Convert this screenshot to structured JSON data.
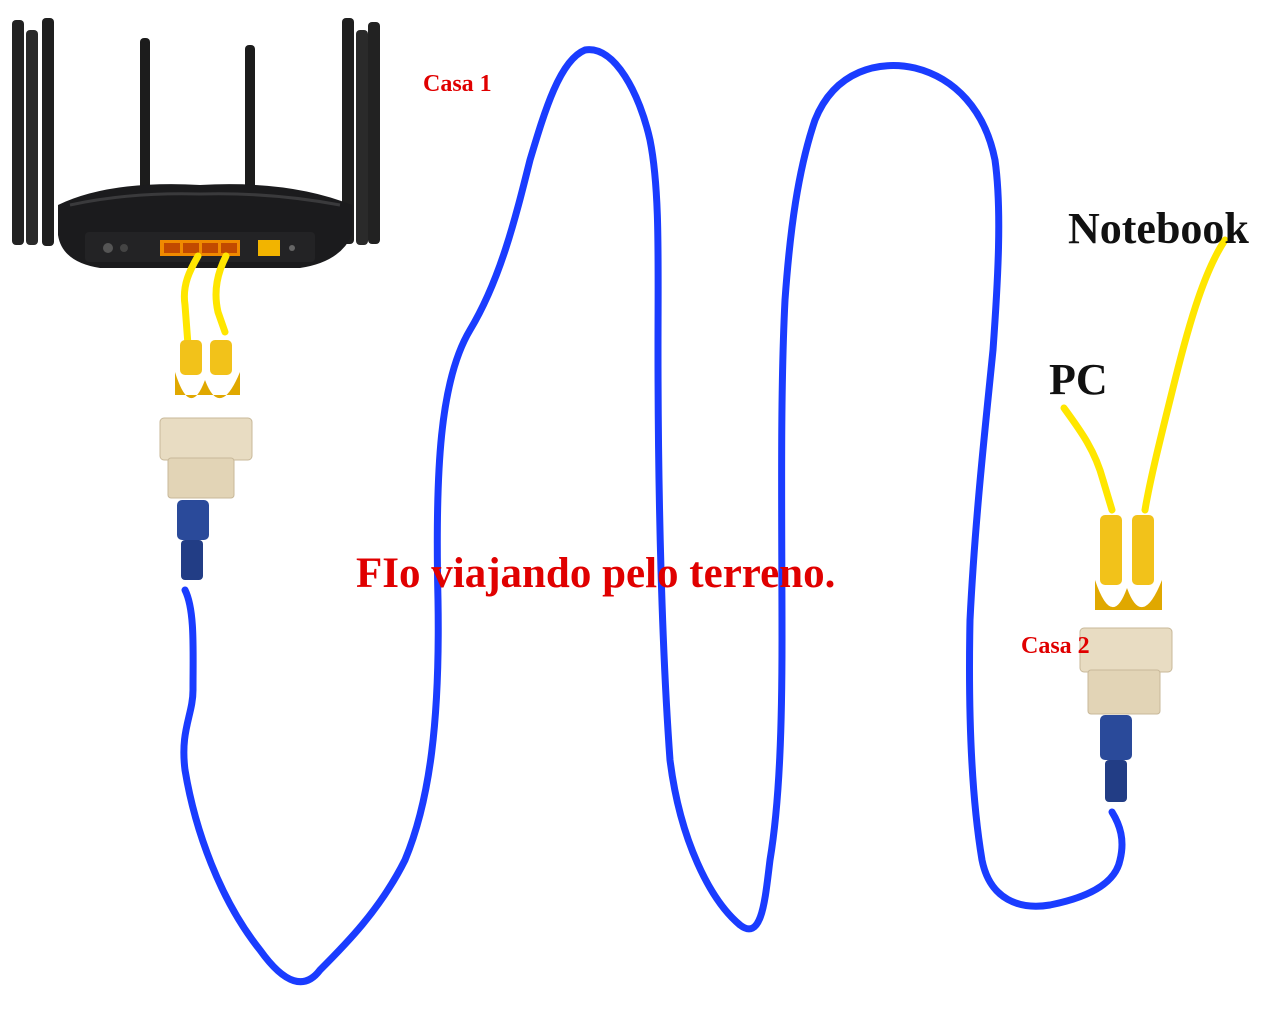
{
  "labels": {
    "casa1": "Casa 1",
    "casa2": "Casa 2",
    "main": "FIo viajando pelo terreno.",
    "pc": "PC",
    "notebook": "Notebook"
  },
  "colors": {
    "red_text": "#e00000",
    "black_text": "#111111",
    "cable_blue": "#1a3cff",
    "cable_yellow": "#ffe600",
    "router_body": "#1b1b1d",
    "router_port": "#f08a00",
    "splitter_beige": "#e8dcc2",
    "plug_yellow": "#f2c21a",
    "plug_blue": "#2a4a9a"
  },
  "icons": {
    "router": "router-icon",
    "splitter": "ethernet-splitter-icon"
  }
}
